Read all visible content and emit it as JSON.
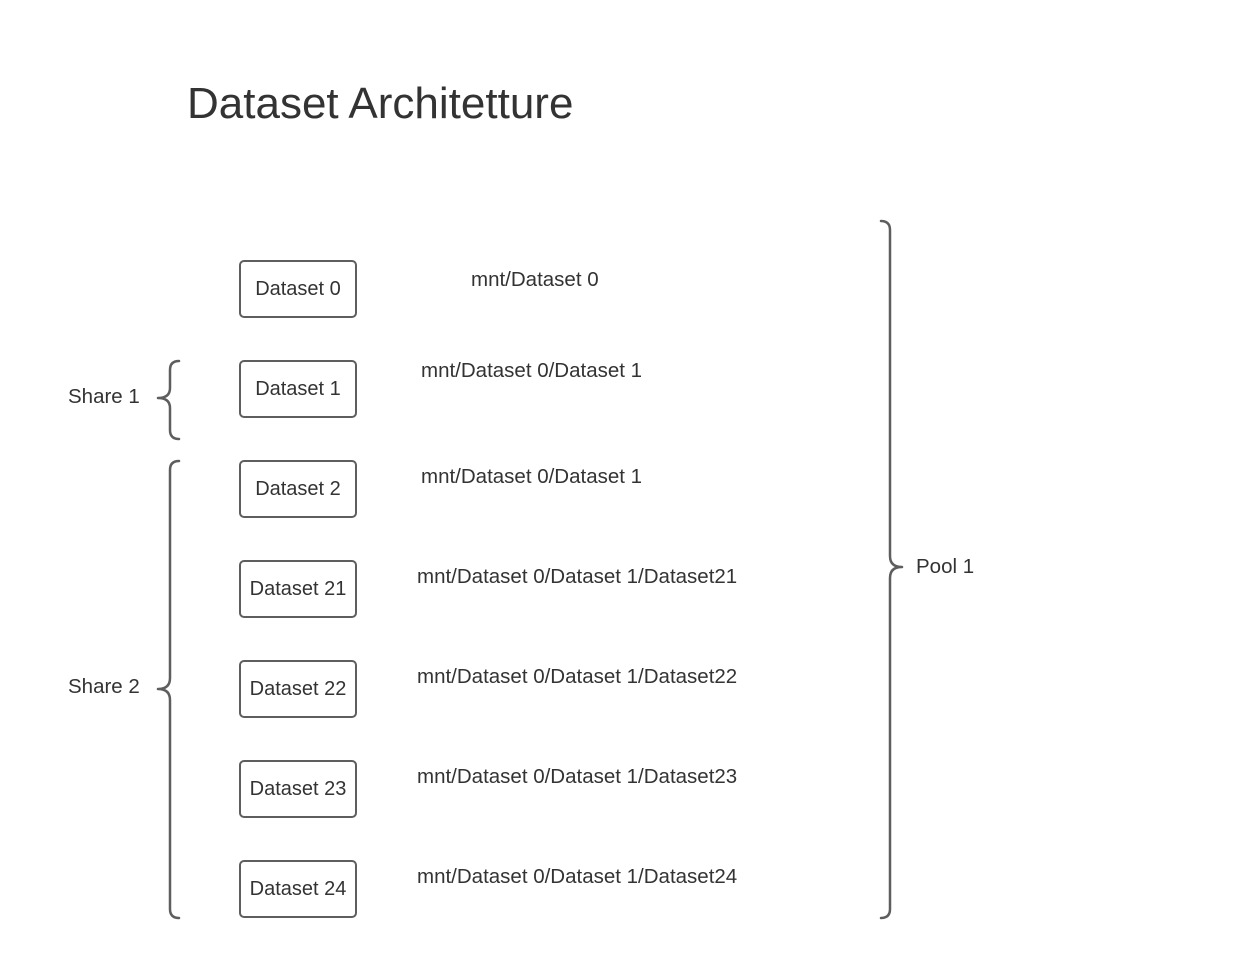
{
  "title": "Dataset Architetture",
  "datasets": [
    {
      "label": "Dataset 0",
      "path": "mnt/Dataset 0"
    },
    {
      "label": "Dataset 1",
      "path": "mnt/Dataset 0/Dataset 1"
    },
    {
      "label": "Dataset 2",
      "path": "mnt/Dataset 0/Dataset 1"
    },
    {
      "label": "Dataset 21",
      "path": "mnt/Dataset 0/Dataset 1/Dataset21"
    },
    {
      "label": "Dataset 22",
      "path": "mnt/Dataset 0/Dataset 1/Dataset22"
    },
    {
      "label": "Dataset 23",
      "path": "mnt/Dataset 0/Dataset 1/Dataset23"
    },
    {
      "label": "Dataset 24",
      "path": "mnt/Dataset 0/Dataset 1/Dataset24"
    }
  ],
  "groups": {
    "share1": "Share 1",
    "share2": "Share 2",
    "pool1": "Pool 1"
  }
}
